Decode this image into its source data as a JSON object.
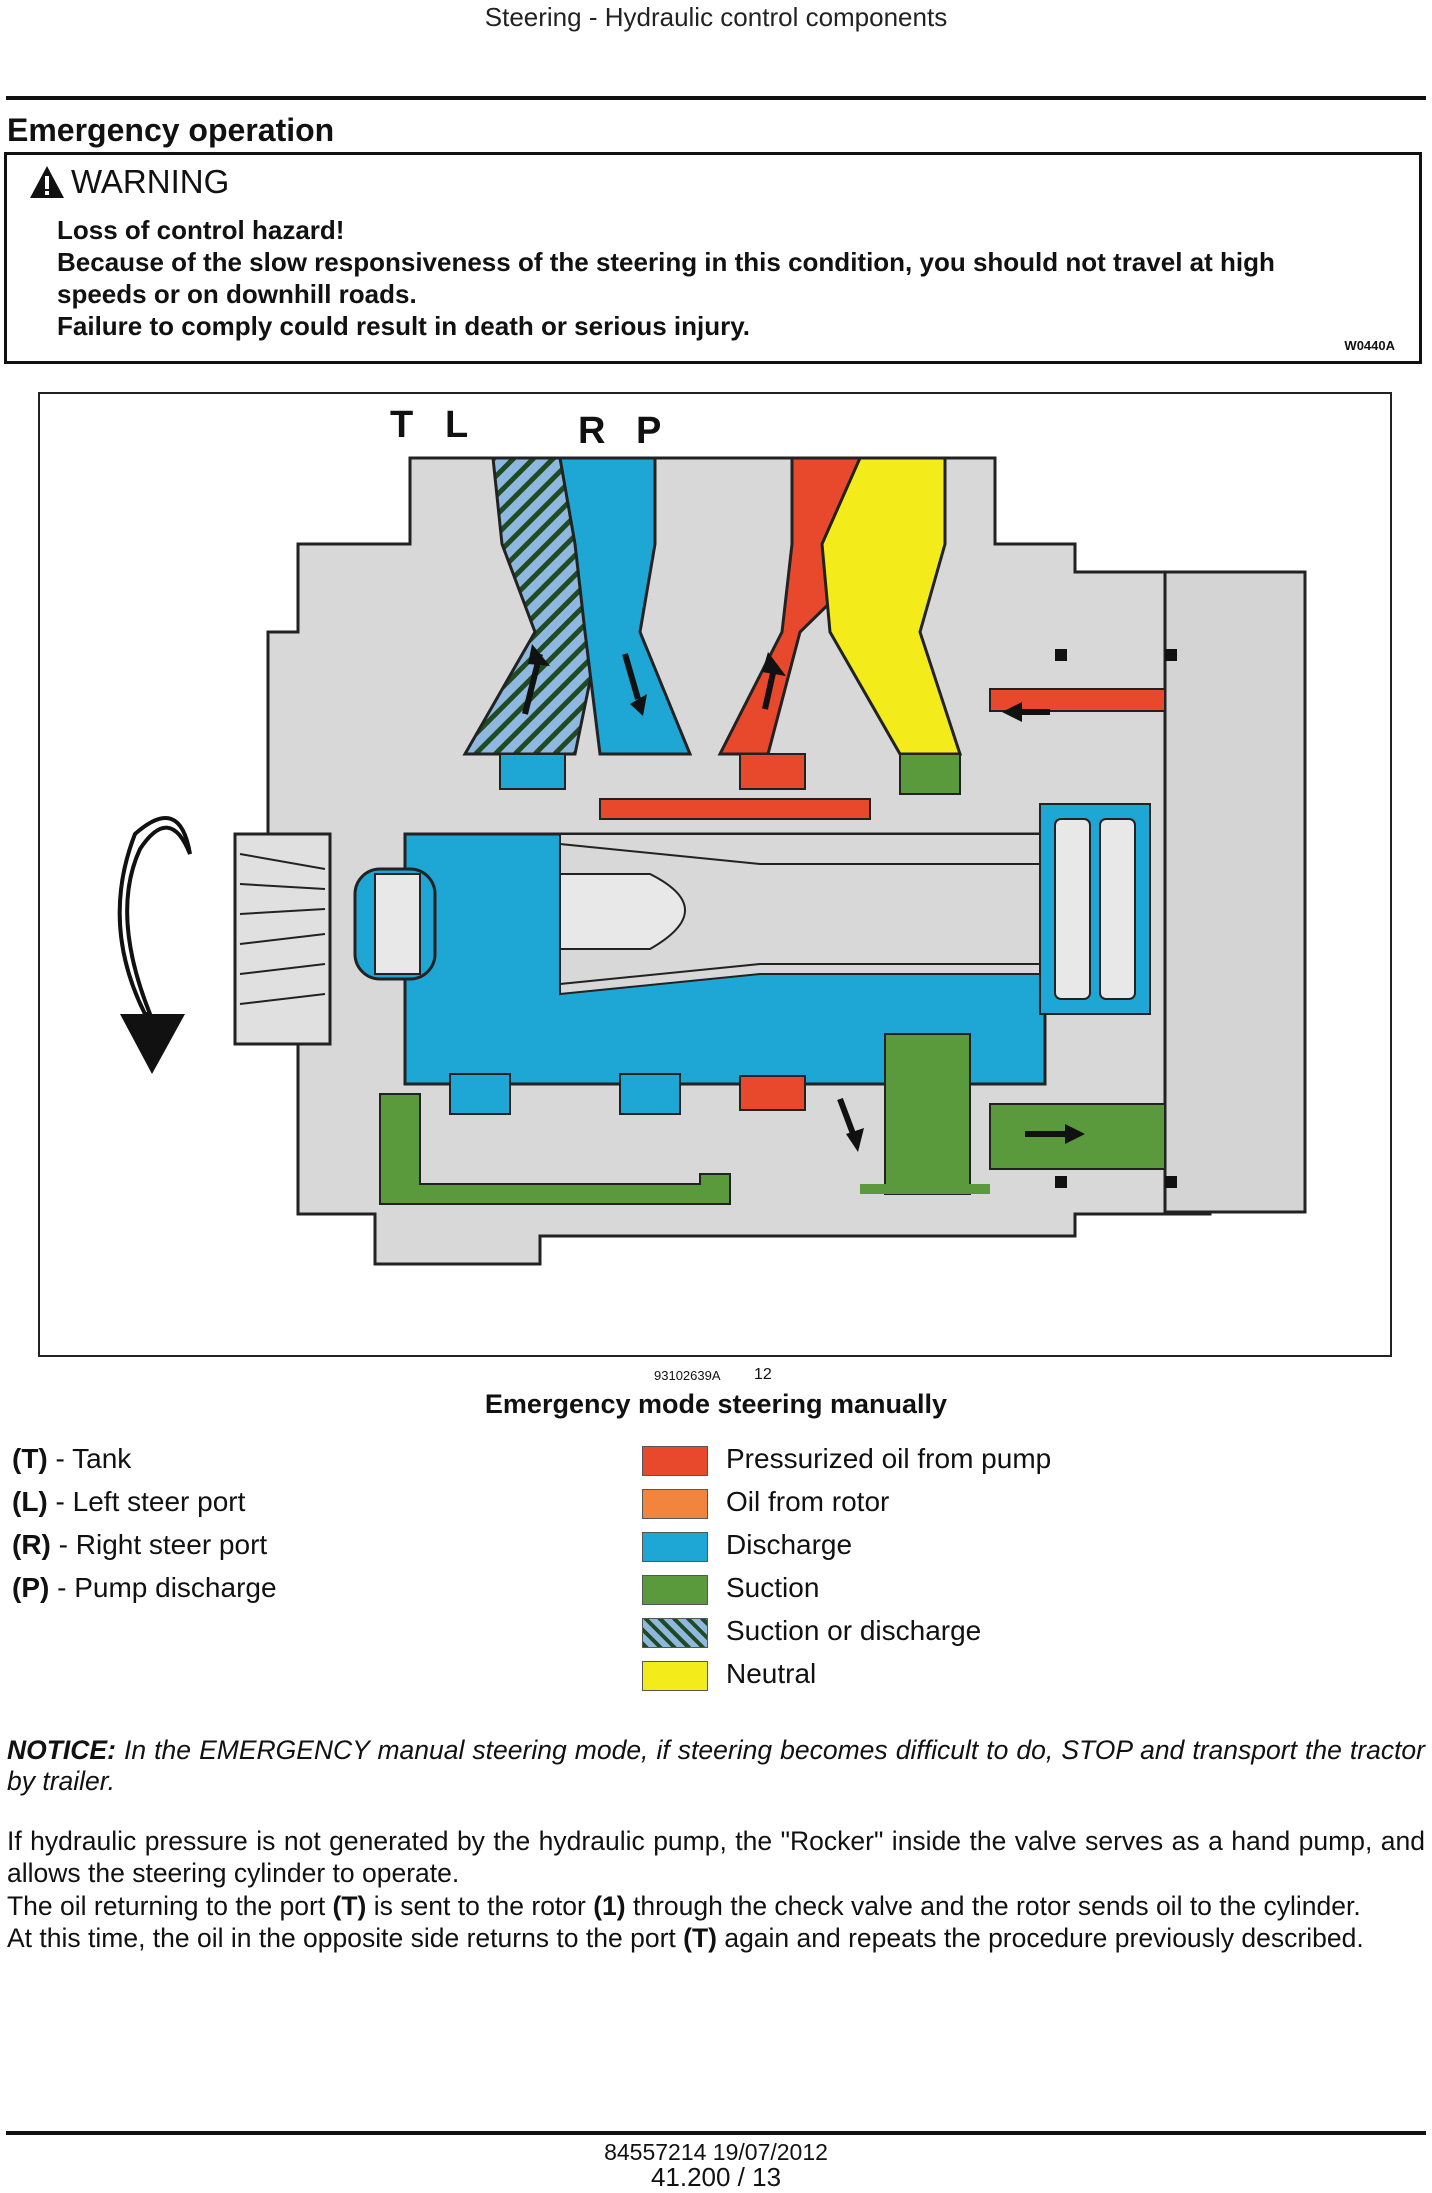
{
  "header": {
    "title": "Steering - Hydraulic control components"
  },
  "section_title": "Emergency operation",
  "warning": {
    "label": "WARNING",
    "lines": [
      "Loss of control hazard!",
      "Because of the slow responsiveness of the steering in this condition, you should not travel at high",
      "speeds or on downhill roads.",
      "Failure to comply could result in death or serious injury."
    ],
    "code": "W0440A"
  },
  "figure": {
    "port_labels": [
      "T",
      "L",
      "R",
      "P"
    ],
    "id": "93102639A",
    "number": "12",
    "caption": "Emergency mode steering manually"
  },
  "key": [
    {
      "code": "(T)",
      "text": " - Tank"
    },
    {
      "code": "(L)",
      "text": " - Left steer port"
    },
    {
      "code": "(R)",
      "text": " - Right steer port"
    },
    {
      "code": "(P)",
      "text": " - Pump discharge"
    }
  ],
  "legend": [
    {
      "label": "Pressurized oil from pump",
      "color": "#e8482c"
    },
    {
      "label": "Oil from rotor",
      "color": "#f2853e"
    },
    {
      "label": "Discharge",
      "color": "#1ea6d4"
    },
    {
      "label": "Suction",
      "color": "#5a9a3c"
    },
    {
      "label": "Suction or discharge",
      "color": "hatched"
    },
    {
      "label": "Neutral",
      "color": "#f4ec1a"
    }
  ],
  "notice": {
    "label": "NOTICE:",
    "text": " In the EMERGENCY manual steering mode, if steering becomes difficult to do, STOP and transport the tractor by trailer."
  },
  "body": {
    "p1": "If hydraulic pressure is not generated by the hydraulic pump, the \"Rocker\" inside the valve serves as a hand pump, and allows the steering cylinder to operate.",
    "p2_a": "The oil returning to the port ",
    "p2_b": "(T)",
    "p2_c": " is sent to the rotor ",
    "p2_d": "(1)",
    "p2_e": " through the check valve and the rotor sends oil to the cylinder.",
    "p3_a": "At this time, the oil in the opposite side returns to the port ",
    "p3_b": "(T)",
    "p3_c": " again and repeats the procedure previously described."
  },
  "footer": {
    "doc_id": "84557214 19/07/2012",
    "page": "41.200 / 13"
  }
}
